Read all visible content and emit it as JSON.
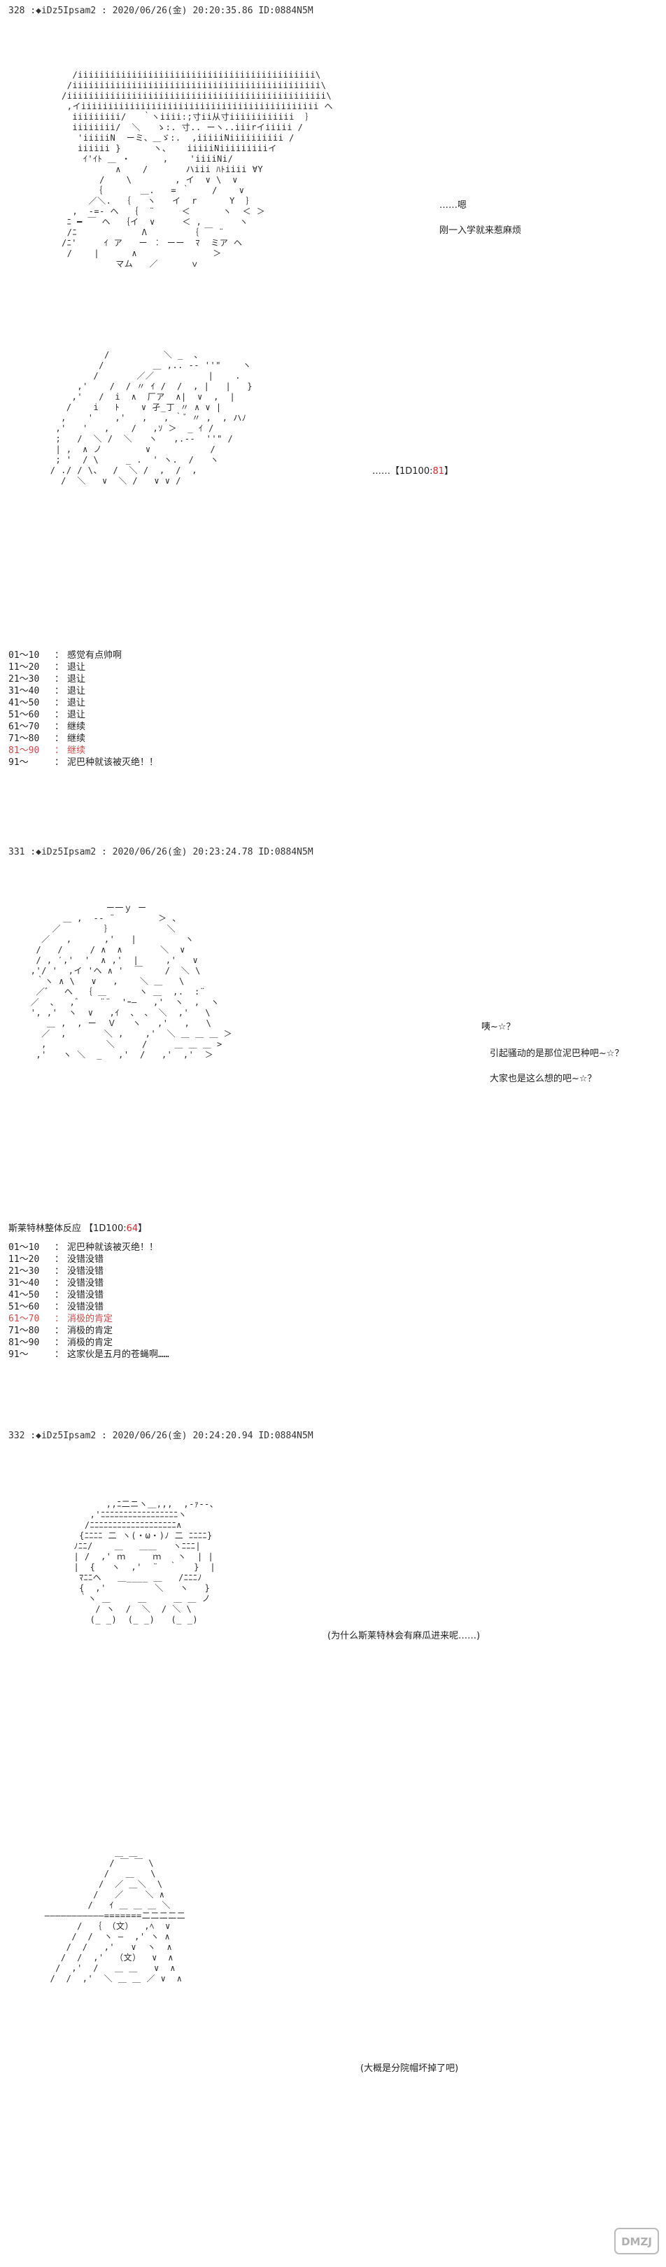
{
  "posts": [
    {
      "header": "328 :◆iDz5Ipsam2 : 2020/06/26(金) 20:20:35.86 ID:0884N5M",
      "lines": [
        "……嗯",
        "刚一入学就来惹麻烦"
      ],
      "roll_prefix": "……【1D100:",
      "roll_value": "81",
      "roll_suffix": "】",
      "table": [
        {
          "range": "01～10",
          "text": "感觉有点帅啊"
        },
        {
          "range": "11～20",
          "text": "退让"
        },
        {
          "range": "21～30",
          "text": "退让"
        },
        {
          "range": "31～40",
          "text": "退让"
        },
        {
          "range": "41～50",
          "text": "退让"
        },
        {
          "range": "51～60",
          "text": "退让"
        },
        {
          "range": "61～70",
          "text": "继续"
        },
        {
          "range": "71～80",
          "text": "继续"
        },
        {
          "range": "81～90",
          "text": "继续"
        },
        {
          "range": "91～",
          "text": "泥巴种就该被灭绝！！"
        }
      ],
      "highlight_row": 8
    },
    {
      "header": "331 :◆iDz5Ipsam2 : 2020/06/26(金) 20:23:24.78 ID:0884N5M",
      "lines": [
        "咦~☆？",
        "引起骚动的是那位泥巴种吧~☆？",
        "大家也是这么想的吧~☆？"
      ],
      "section_title": "斯莱特林整体反应 【1D100:",
      "roll_value": "64",
      "roll_suffix": "】",
      "table": [
        {
          "range": "01～10",
          "text": "泥巴种就该被灭绝！！"
        },
        {
          "range": "11～20",
          "text": "没错没错"
        },
        {
          "range": "21～30",
          "text": "没错没错"
        },
        {
          "range": "31～40",
          "text": "没错没错"
        },
        {
          "range": "41～50",
          "text": "没错没错"
        },
        {
          "range": "51～60",
          "text": "没错没错"
        },
        {
          "range": "61～70",
          "text": "消极的肯定"
        },
        {
          "range": "71～80",
          "text": "消极的肯定"
        },
        {
          "range": "81～90",
          "text": "消极的肯定"
        },
        {
          "range": "91～",
          "text": "这家伙是五月的苍蝇啊……"
        }
      ],
      "highlight_row": 6
    },
    {
      "header": "332 :◆iDz5Ipsam2 : 2020/06/26(金) 20:24:20.94 ID:0884N5M",
      "lines": [
        "(为什么斯莱特林会有麻瓜进来呢……)",
        "(大概是分院帽坏掉了吧)"
      ]
    }
  ],
  "art": {
    "a1": "  /iiiiiiiiiiiiiiiiiiiiiiiiiiiiiiiiiiiiiiiiiiii\\\n /iiiiiiiiiiiiiiiiiiiiiiiiiiiiiiiiiiiiiiiiiiiiii\\\n/iiiiiiiiiiiiiiiiiiiiiiiiiiiiiiiiiiiiiiiiiiiiiiii\\\n ,イiiiiiiiiiiiiiiiiiiiiiiiiiiiiiiiiiiiiiiiiiiii ヘ\n  iiiiiiiii/   ｀ヽiiii:;寸ii从寸iiiiiiiiiiii  ｝\n  iiiiiiii/  ＼   ゝ:. 寸.. ーヽ..iiirイiiiii /\n   'iiiiiN  ーミ、＿ゞ:.  ,iiiiiNiiiiiiiiii /\n   iiiiii }      ヽ、   iiiiiNiiiiiiiiiイ\n    ｲ'ｲﾄ ＿ ・      ,    'iiiiNi/\n          ∧    /       ハiii ﾊﾄiiii ∀Y\n       /    \\        , イ  ∨ \\  ∨\n      ｛       ＿.   = ｀    /    ∨\n     ／＼.  ｛   ヽ   イ  r      Y  ｝\n  ,  -=- ヘ  ｛  ¨     ＜      ヽ  ＜ ＞\n ﾆ ━ ￣ ヘ  ｛イ  ∨     ＜ ,       ヽ\n /ﾆ            Λ        ｛ ￣ ¨\n/ﾆ'     ｲ ア   ー ︰ ーー  ﾏ  ミア ヘ\n /    |      ∧              ＞\n          マム   ／      ｖ",
    "a2": "           /          ＼ _  、\n          /         ＿ ,.. -‐ ''\"    ヽ\n         /       ／／          |    .\n      ,'    /  / 〃 ｲ /  /  , |   |   }\n     ,'   /  i  ∧  厂ア  ∧|  ∨  ,  |\n    /    i   ﾄ    ∨ 孑_丁 〃 ∧ ∨ | \n   ,    '    ,'   ,   , ｀゛〃 ,  , ハﾉ\n  ,'   '   ,    /   ,ｿ ＞  _ ｲ /\n  ;   /  ＼ /  ＼   ヽ   ,.-‐  ''\" /\n  | ,  ∧ ノ        ∨           /\n  ; '  / \\     _ .  ' ヽ.  /   ヽ\n / ./ / \\、  /  ＼ /  ,  /  ,\n   /  ＼   ∨  ＼ /   ∨ ∨ /",
    "a3": "               ー一ｙ ー\n       ＿ ,  -‐ ¨        ＞ 、\n     ／        ｝          ＼\n   ／   ,      ,'   |         ヽ\n  /   /     / ∧  ∧       ＼  ∨\n  / , ′,'  '  ∧ ,'  |     ,'   ∨\n ,'/ '  ,イ 'ヘ ∧ '  ￣    /  ＼ \\\n  ｀ヽ ∧ \\   ∨   ,    ＼ ＿   \\\n  ／゛  ヘ  ｛ ＿      ヽ ＿  ,.  :¨\n ／  、  ,゛   ¨¨  'ｰ―   ,'  ヽ  ,  ヽ\n ', ,'  ヽ  ∨   ,ｲ  、 、 ＼  ,'   \\\n    ＿ ,  , ー  Ｖ   ヽ   ,'   ,   \\\n   ／  ,       ＼ ,    ,'  ＼ ＿ ＿ ＿ ＞\n   ,           ＼     /     ＿ ＿ ＿ >\n  ,'   ヽ ＼  _   ,'  /   ,'  ,'  ＞ ",
    "a4": "        ,,ﾆ二ニヽ＿,,,  ,-ｧ‐-、\n     ,'ﾆﾆﾆﾆﾆﾆﾆﾆﾆﾆﾆﾆﾆﾆﾆﾆﾆヽ\n    /ﾆﾆﾆﾆﾆﾆﾆﾆﾆﾆﾆﾆﾆﾆﾆﾆﾆﾆﾆ∧\n   {ﾆﾆﾆﾆ 二 ヽ(・ω・)ﾉ 二 ﾆﾆﾆﾆ}\n  ﾉﾆﾆ/    ＿   ＿＿   ヽﾆﾆﾆ|\n  | /  ,' ｍ     ｍ   ヽ  | |\n  |  {   ヽ  ,'  ¨  ｀   }  |\n   ﾏﾆﾆヘ   ＿____ ＿   /ﾆﾆﾆﾉ\n   {  ,'         ＼   ヽ   }\n   ｀ヽ ＿     ＿     ＿ ＿ ノ\n      / ヽ  /  ＼  / ＼ \\\n     (_ _)  (_ _)   (_ _)",
    "a5": "              ＿ ＿ \n             / ￣ ￣ \\\n            /   ＿   \\\n           /  ／ ＿＼  \\\n          /   ／    ＼ ∧\n         /   ｲ ＿ ＿ ＿ ＼\n ―――――――――――=======二二二二二\n       /  ｛ （文）  ,ﾍ  ∨\n      /  /  ヽ ―  ,' ヽ ∧\n     /  /   ,'   ∨  ヽ  ∧\n    /  /  ,'  （文）  ∨  ∧\n   /  ,'  /   ＿ ＿   ∨  ∧\n  /  /  ,'  ＼ ＿ ＿ ／ ∨  ∧"
  },
  "watermark": {
    "text": "DMZJ"
  }
}
